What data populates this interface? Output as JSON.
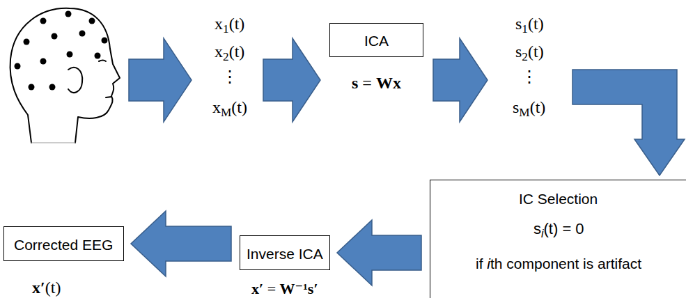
{
  "diagram": {
    "nodes": [
      {
        "text": [
          "ICA",
          "s = Wx"
        ]
      },
      {
        "text": [
          "IC Selection",
          "si(t) = 0",
          "if ith component is artifact"
        ]
      },
      {
        "text": [
          "Inverse ICA",
          "x′ = W⁻¹s′"
        ]
      },
      {
        "text": [
          "Corrected EEG",
          "x′(t)"
        ]
      }
    ],
    "edges": [
      {
        "from": 1,
        "to": 2,
        "arrow": "to"
      },
      {
        "from": 2,
        "to": 3,
        "arrow": "to"
      }
    ],
    "labels": [
      "x1(t)",
      "x2(t)",
      "⋮",
      "xM(t)",
      "s1(t)",
      "s2(t)",
      "⋮",
      "sM(t)"
    ]
  }
}
